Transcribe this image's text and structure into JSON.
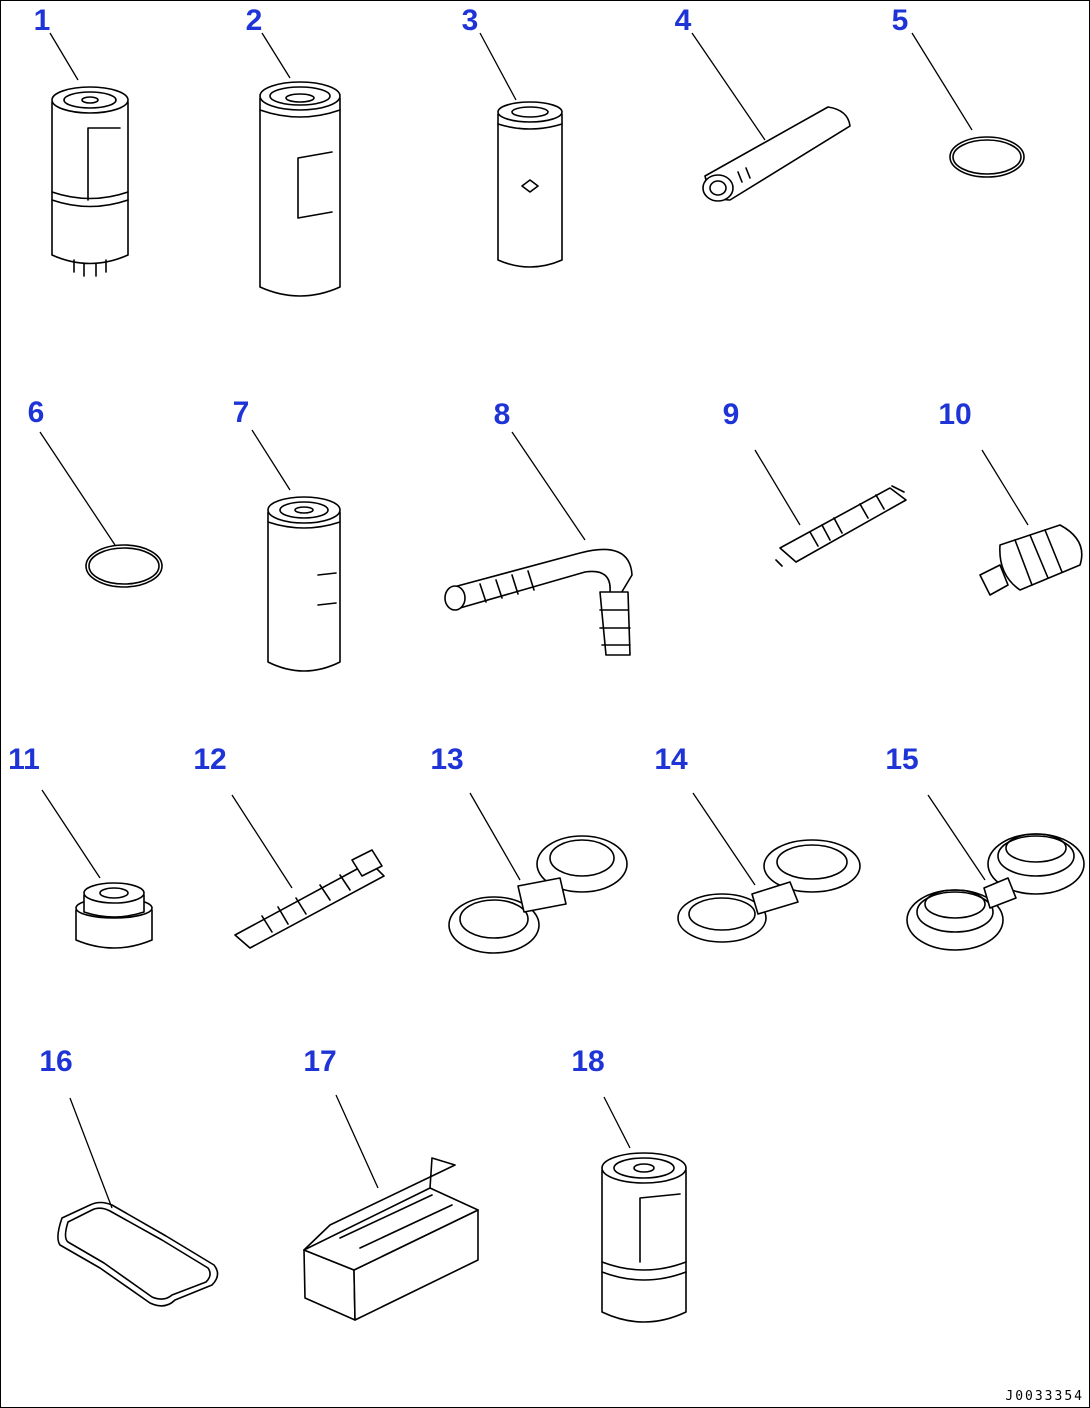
{
  "diagram": {
    "label_color": "#1f34d6",
    "parts": [
      {
        "num": "1",
        "icon": "fuel-filter-cartridge-icon"
      },
      {
        "num": "2",
        "icon": "oil-filter-cartridge-icon"
      },
      {
        "num": "3",
        "icon": "filter-element-icon"
      },
      {
        "num": "4",
        "icon": "strainer-element-icon"
      },
      {
        "num": "5",
        "icon": "o-ring-icon"
      },
      {
        "num": "6",
        "icon": "o-ring-icon"
      },
      {
        "num": "7",
        "icon": "filter-cartridge-icon"
      },
      {
        "num": "8",
        "icon": "hose-elbow-icon"
      },
      {
        "num": "9",
        "icon": "sensor-icon"
      },
      {
        "num": "10",
        "icon": "sensor-plug-icon"
      },
      {
        "num": "11",
        "icon": "plug-icon"
      },
      {
        "num": "12",
        "icon": "sensor-icon"
      },
      {
        "num": "13",
        "icon": "filter-wrench-icon"
      },
      {
        "num": "14",
        "icon": "filter-wrench-icon"
      },
      {
        "num": "15",
        "icon": "filter-wrench-icon"
      },
      {
        "num": "16",
        "icon": "gasket-icon"
      },
      {
        "num": "17",
        "icon": "box-icon"
      },
      {
        "num": "18",
        "icon": "filter-cartridge-icon"
      }
    ],
    "drawing_code": "J0033354"
  }
}
